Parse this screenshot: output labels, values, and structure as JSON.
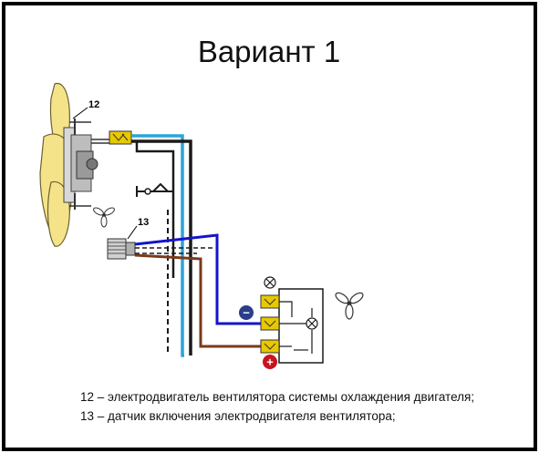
{
  "title": "Вариант 1",
  "labels": {
    "motor": "12",
    "sensor": "13"
  },
  "legend": [
    "12 – электродвигатель вентилятора системы охлаждения двигателя;",
    "13 – датчик включения электродвигателя вентилятора;"
  ],
  "polarity": {
    "negative": "−",
    "positive": "+"
  },
  "colors": {
    "frame": "#000000",
    "fan_yellow": "#f5e38a",
    "wire_blue": "#1414c8",
    "wire_brown": "#7a3a1a",
    "wire_cyan": "#2aa5d8",
    "wire_black": "#1a1a1a",
    "connector_yellow": "#e8c800",
    "minus_badge": "#2a3d8a",
    "plus_badge": "#c8141e"
  },
  "icons": [
    "fan-icon",
    "lamp-icon",
    "switch-icon",
    "ground-icon"
  ]
}
